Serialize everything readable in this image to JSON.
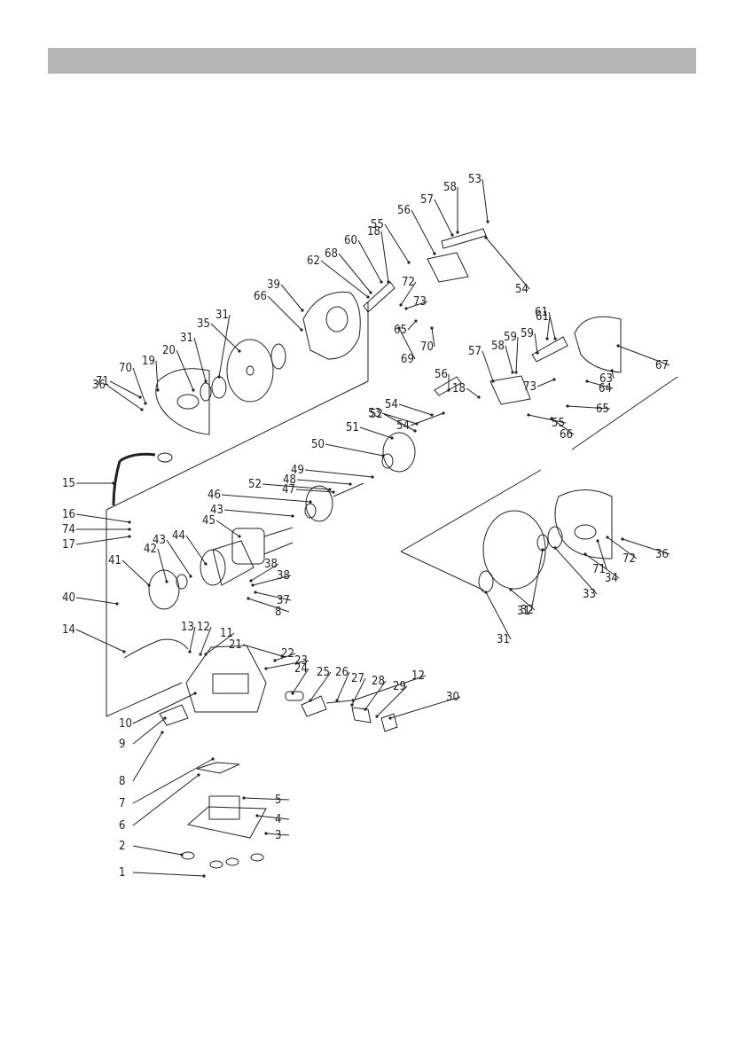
{
  "header_bar_color": "#b4b4b4",
  "line_color": "#222222",
  "callouts": [
    "1",
    "2",
    "3",
    "4",
    "5",
    "6",
    "7",
    "8",
    "8",
    "9",
    "10",
    "11",
    "12",
    "12",
    "13",
    "14",
    "15",
    "16",
    "17",
    "74",
    "18",
    "18",
    "19",
    "20",
    "21",
    "22",
    "23",
    "24",
    "25",
    "26",
    "27",
    "28",
    "29",
    "30",
    "31",
    "31",
    "31",
    "31",
    "32",
    "33",
    "34",
    "35",
    "36",
    "36",
    "37",
    "38",
    "38",
    "39",
    "40",
    "41",
    "42",
    "43",
    "43",
    "44",
    "45",
    "46",
    "47",
    "48",
    "49",
    "50",
    "51",
    "52",
    "52",
    "53",
    "53",
    "54",
    "54",
    "54",
    "55",
    "55",
    "56",
    "56",
    "57",
    "57",
    "58",
    "58",
    "59",
    "59",
    "60",
    "61",
    "61",
    "62",
    "63",
    "64",
    "65",
    "65",
    "66",
    "66",
    "67",
    "68",
    "69",
    "70",
    "70",
    "71",
    "71",
    "72",
    "72",
    "73",
    "73"
  ]
}
